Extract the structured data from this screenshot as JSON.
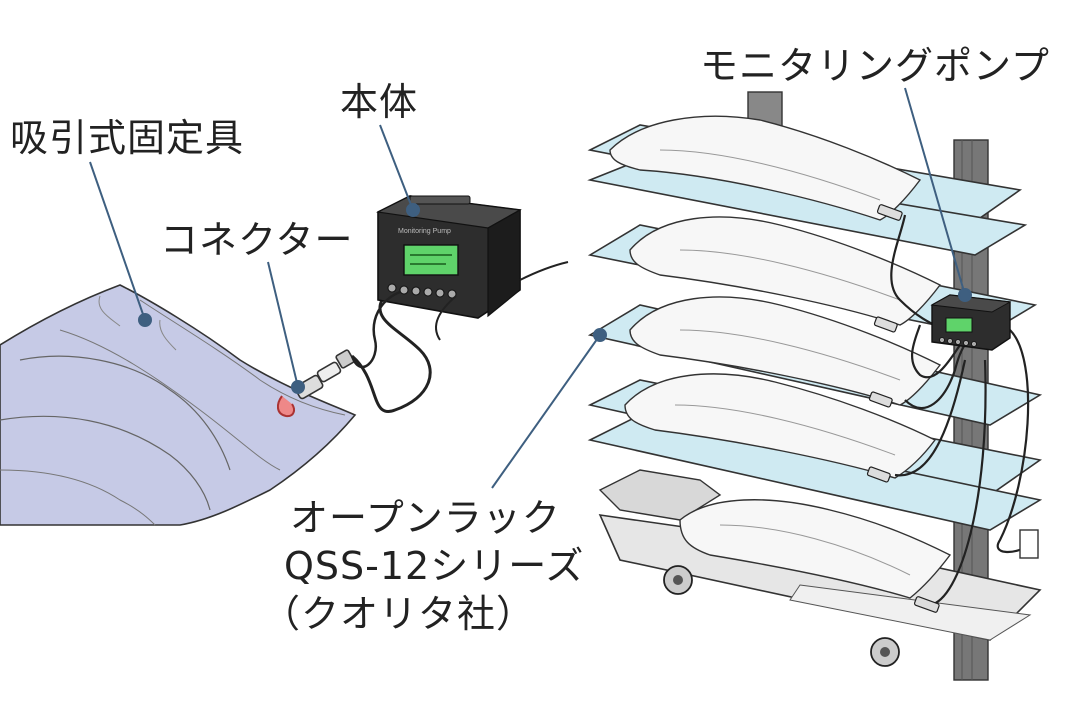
{
  "labels": {
    "fixture": "吸引式固定具",
    "main_unit": "本体",
    "connector": "コネクター",
    "monitoring_pump": "モニタリングポンプ",
    "rack_line1": "オープンラック",
    "rack_line2": "QSS-12シリーズ",
    "rack_line3": "（クオリタ社）"
  },
  "device_screen_text": "Monitoring Pump",
  "colors": {
    "leader_line": "#3e5f80",
    "leader_dot": "#3e5f80",
    "cushion": "#c9cde8",
    "shelf": "#cfeaf2",
    "device": "#2b2b2b",
    "screen": "#5fd36a"
  }
}
